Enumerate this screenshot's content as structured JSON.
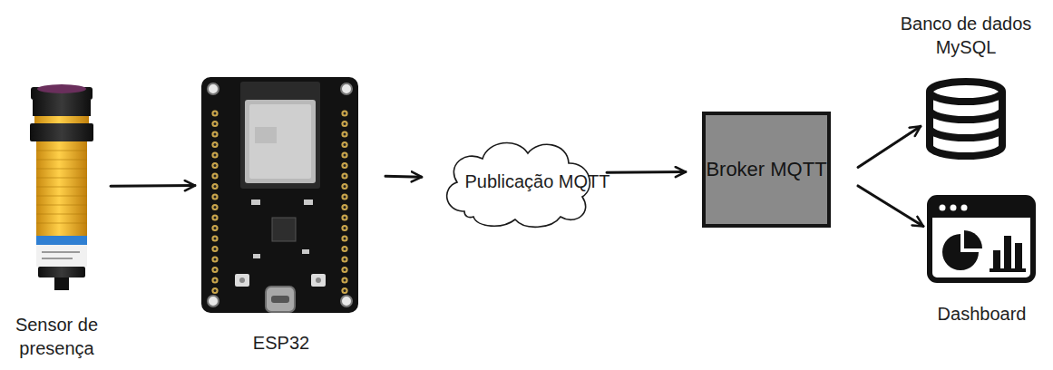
{
  "diagram": {
    "nodes": [
      {
        "text": [
          "Sensor de presença"
        ]
      },
      {
        "text": [
          "ESP32"
        ]
      },
      {
        "text": [
          "Publicação MQTT"
        ]
      },
      {
        "text": [
          "Broker MQTT"
        ]
      },
      {
        "text": [
          "Banco de dados MySQL"
        ]
      },
      {
        "text": [
          "Dashboard"
        ]
      }
    ],
    "edges": [
      {
        "from": 0,
        "to": 1,
        "arrow": "to"
      },
      {
        "from": 1,
        "to": 2,
        "arrow": "to"
      },
      {
        "from": 2,
        "to": 3,
        "arrow": "to"
      },
      {
        "from": 3,
        "to": 4,
        "arrow": "to"
      },
      {
        "from": 3,
        "to": 5,
        "arrow": "to"
      }
    ]
  }
}
